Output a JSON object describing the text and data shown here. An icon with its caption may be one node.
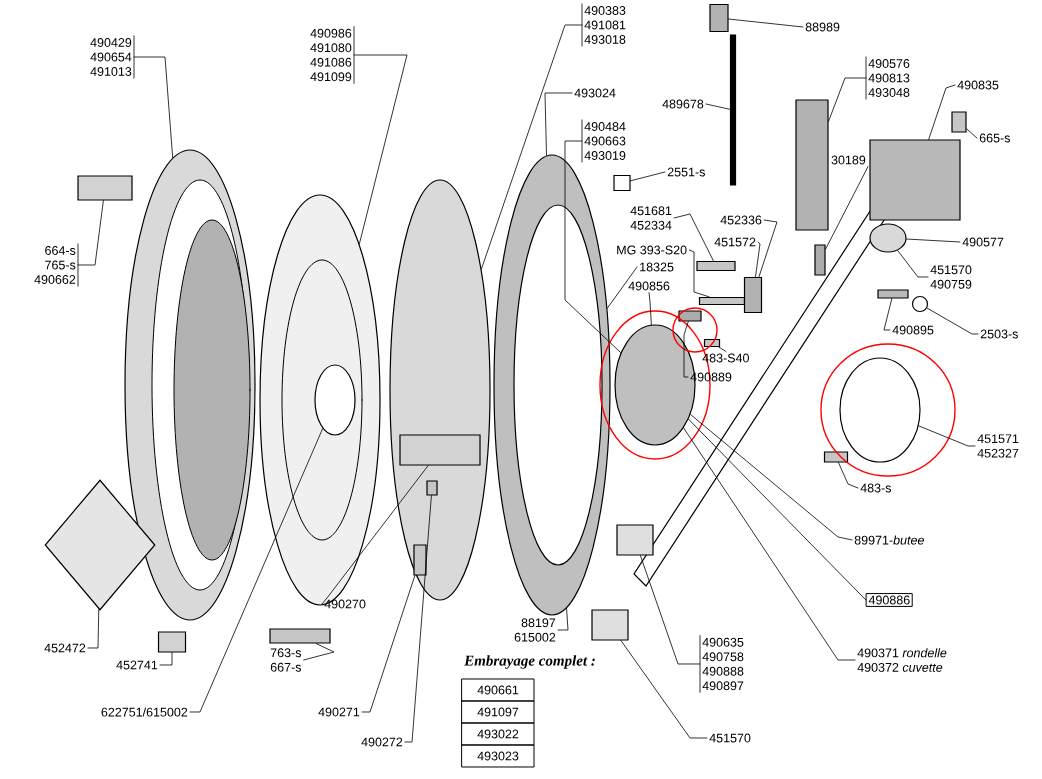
{
  "diagram": {
    "nodes": [
      {
        "text": [
          "490429",
          "490654",
          "491013"
        ]
      },
      {
        "text": [
          "490986",
          "491080",
          "491086",
          "491099"
        ]
      },
      {
        "text": [
          "490383",
          "491081",
          "493018"
        ]
      },
      {
        "text": [
          "88989"
        ]
      },
      {
        "text": [
          "664-s",
          "765-s",
          "490662"
        ]
      },
      {
        "text": [
          "493024"
        ]
      },
      {
        "text": [
          "490484",
          "490663",
          "493019"
        ]
      },
      {
        "text": [
          "489678"
        ]
      },
      {
        "text": [
          "2551-s"
        ]
      },
      {
        "text": [
          "490576",
          "490813",
          "493048"
        ]
      },
      {
        "text": [
          "490835"
        ]
      },
      {
        "text": [
          "665-s"
        ]
      },
      {
        "text": [
          "30189"
        ]
      },
      {
        "text": [
          "451681",
          "452334"
        ]
      },
      {
        "text": [
          "452336"
        ]
      },
      {
        "text": [
          "451572"
        ]
      },
      {
        "text": [
          "490577"
        ]
      },
      {
        "text": [
          "451570",
          "490759"
        ]
      },
      {
        "text": [
          "MG 393-S20"
        ]
      },
      {
        "text": [
          "18325"
        ]
      },
      {
        "text": [
          "490856"
        ]
      },
      {
        "text": [
          "490895"
        ]
      },
      {
        "text": [
          "2503-s"
        ]
      },
      {
        "text": [
          "483-S40"
        ]
      },
      {
        "text": [
          "490889"
        ]
      },
      {
        "text": [
          "451571",
          "452327"
        ]
      },
      {
        "text": [
          "483-s"
        ]
      },
      {
        "text": [
          "89971-*butee*"
        ]
      },
      {
        "text": [
          "490886"
        ]
      },
      {
        "text": [
          "490371 *rondelle*",
          "490372 *cuvette*"
        ]
      },
      {
        "text": [
          "490635",
          "490758",
          "490888",
          "490897"
        ]
      },
      {
        "text": [
          "451570"
        ]
      },
      {
        "text": [
          "88197",
          "615002"
        ]
      },
      {
        "text": [
          "490270"
        ]
      },
      {
        "text": [
          "452472"
        ]
      },
      {
        "text": [
          "452741"
        ]
      },
      {
        "text": [
          "622751/615002"
        ]
      },
      {
        "text": [
          "763-s",
          "667-s"
        ]
      },
      {
        "text": [
          "490271"
        ]
      },
      {
        "text": [
          "490272"
        ]
      },
      {
        "text": [],
        "shape": "box"
      },
      {
        "text": [],
        "shape": "bar"
      },
      {
        "text": [],
        "shape": "spring"
      },
      {
        "text": [],
        "shape": "bar"
      },
      {
        "text": [],
        "shape": "bar"
      },
      {
        "text": [],
        "shape": "box"
      },
      {
        "text": [],
        "shape": "circle"
      },
      {
        "text": [],
        "shape": "cylinder"
      },
      {
        "text": [],
        "shape": "bar"
      },
      {
        "text": [],
        "shape": "bar"
      },
      {
        "text": [],
        "shape": "disc"
      },
      {
        "text": [],
        "shape": "disc"
      },
      {
        "text": [],
        "shape": "disc"
      },
      {
        "text": [],
        "shape": "disc"
      },
      {
        "text": [],
        "shape": "bar",
        "in": 52
      },
      {
        "text": [],
        "shape": "disc"
      },
      {
        "text": [],
        "shape": "bar"
      },
      {
        "text": [],
        "shape": "box"
      },
      {
        "text": [],
        "shape": "bar"
      },
      {
        "text": [],
        "shape": "cylinder"
      },
      {
        "text": [],
        "shape": "bar"
      },
      {
        "text": [],
        "shape": "bar"
      },
      {
        "text": [],
        "shape": "box"
      },
      {
        "text": [],
        "shape": "box"
      },
      {
        "text": [],
        "shape": "bar"
      },
      {
        "text": [],
        "shape": "box"
      },
      {
        "text": [],
        "shape": "diamond"
      },
      {
        "text": [],
        "shape": "spring",
        "in": 52
      },
      {
        "text": [],
        "shape": "bar",
        "in": 52
      },
      {
        "text": [],
        "shape": "cylinder",
        "in": 51
      },
      {
        "text": [],
        "shape": "box"
      },
      {
        "text": [],
        "shape": "bar"
      }
    ],
    "edges": [
      {
        "from": 0,
        "to": 50,
        "arrow": "none"
      },
      {
        "from": 1,
        "to": 51,
        "arrow": "none"
      },
      {
        "from": 2,
        "to": 52,
        "arrow": "none"
      },
      {
        "from": 3,
        "to": 70,
        "arrow": "none"
      },
      {
        "from": 4,
        "to": 71,
        "arrow": "none"
      },
      {
        "from": 5,
        "to": 53,
        "arrow": "none"
      },
      {
        "from": 6,
        "to": 55,
        "arrow": "none"
      },
      {
        "from": 7,
        "to": 64,
        "arrow": "none"
      },
      {
        "from": 8,
        "to": 40,
        "arrow": "none"
      },
      {
        "from": 9,
        "to": 56,
        "arrow": "none"
      },
      {
        "from": 10,
        "to": 57,
        "arrow": "none"
      },
      {
        "from": 11,
        "to": 41,
        "arrow": "none"
      },
      {
        "from": 12,
        "to": 58,
        "arrow": "none"
      },
      {
        "from": 13,
        "to": 42,
        "arrow": "none"
      },
      {
        "from": 14,
        "to": 60,
        "arrow": "none"
      },
      {
        "from": 15,
        "to": 60,
        "arrow": "none"
      },
      {
        "from": 16,
        "to": 59,
        "arrow": "none"
      },
      {
        "from": 17,
        "to": 59,
        "arrow": "none"
      },
      {
        "from": 18,
        "to": 43,
        "arrow": "none"
      },
      {
        "from": 19,
        "to": 53,
        "arrow": "none"
      },
      {
        "from": 20,
        "to": 55,
        "arrow": "none"
      },
      {
        "from": 21,
        "to": 61,
        "arrow": "none"
      },
      {
        "from": 22,
        "to": 46,
        "arrow": "none"
      },
      {
        "from": 23,
        "to": 44,
        "arrow": "none"
      },
      {
        "from": 24,
        "to": 45,
        "arrow": "none"
      },
      {
        "from": 25,
        "to": 47,
        "arrow": "none"
      },
      {
        "from": 26,
        "to": 48,
        "arrow": "none"
      },
      {
        "from": 27,
        "to": 55,
        "arrow": "none"
      },
      {
        "from": 28,
        "to": 55,
        "arrow": "none"
      },
      {
        "from": 29,
        "to": 55,
        "arrow": "none"
      },
      {
        "from": 30,
        "to": 62,
        "arrow": "none"
      },
      {
        "from": 31,
        "to": 63,
        "arrow": "none"
      },
      {
        "from": 32,
        "to": 53,
        "arrow": "none"
      },
      {
        "from": 33,
        "to": 54,
        "arrow": "none"
      },
      {
        "from": 34,
        "to": 66,
        "arrow": "none"
      },
      {
        "from": 35,
        "to": 65,
        "arrow": "none"
      },
      {
        "from": 36,
        "to": 69,
        "arrow": "none"
      },
      {
        "from": 37,
        "to": 49,
        "arrow": "none"
      },
      {
        "from": 38,
        "to": 67,
        "arrow": "none"
      },
      {
        "from": 39,
        "to": 68,
        "arrow": "none"
      }
    ],
    "labels": [
      "Embrayage complet :",
      "490661",
      "491097",
      "493022",
      "493023"
    ]
  }
}
